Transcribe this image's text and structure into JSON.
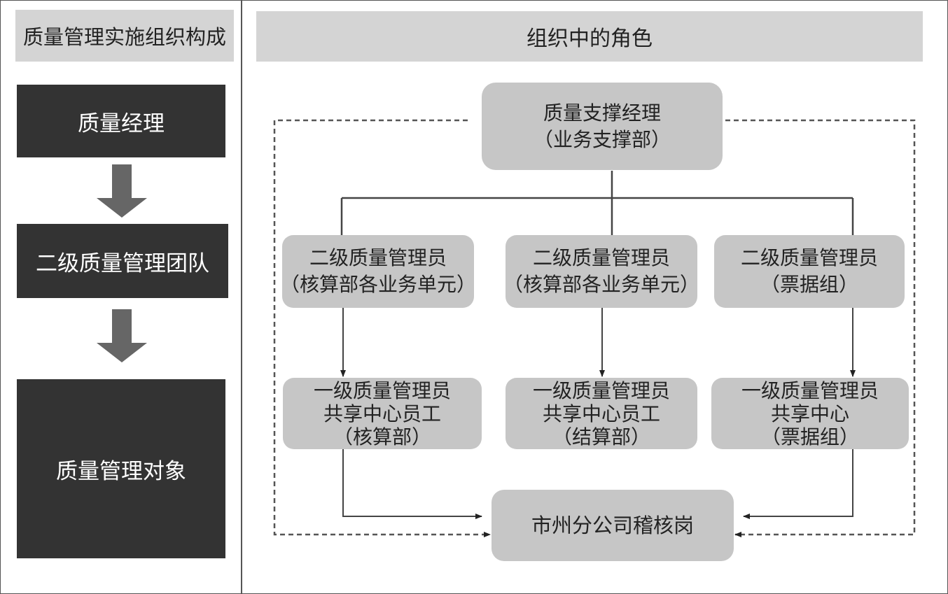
{
  "left_panel": {
    "header": "质量管理实施组织构成",
    "stages": [
      "质量经理",
      "二级质量管理团队",
      "质量管理对象"
    ]
  },
  "right_panel": {
    "header": "组织中的角色",
    "top_node": {
      "line1": "质量支撑经理",
      "line2": "（业务支撑部）"
    },
    "level2": [
      {
        "line1": "二级质量管理员",
        "line2": "（核算部各业务单元）"
      },
      {
        "line1": "二级质量管理员",
        "line2": "（核算部各业务单元）"
      },
      {
        "line1": "二级质量管理员",
        "line2": "（票据组）"
      }
    ],
    "level1": [
      {
        "line1": "一级质量管理员",
        "line2": "共享中心员工",
        "line3": "（核算部）"
      },
      {
        "line1": "一级质量管理员",
        "line2": "共享中心员工",
        "line3": "（结算部）"
      },
      {
        "line1": "一级质量管理员",
        "line2": "共享中心",
        "line3": "（票据组）"
      }
    ],
    "bottom_node": {
      "line1": "市州分公司稽核岗"
    }
  },
  "colors": {
    "dark_box": "#333333",
    "light_box": "#c6c6c6",
    "header_bar": "#d4d4d4",
    "arrow": "#666666"
  }
}
